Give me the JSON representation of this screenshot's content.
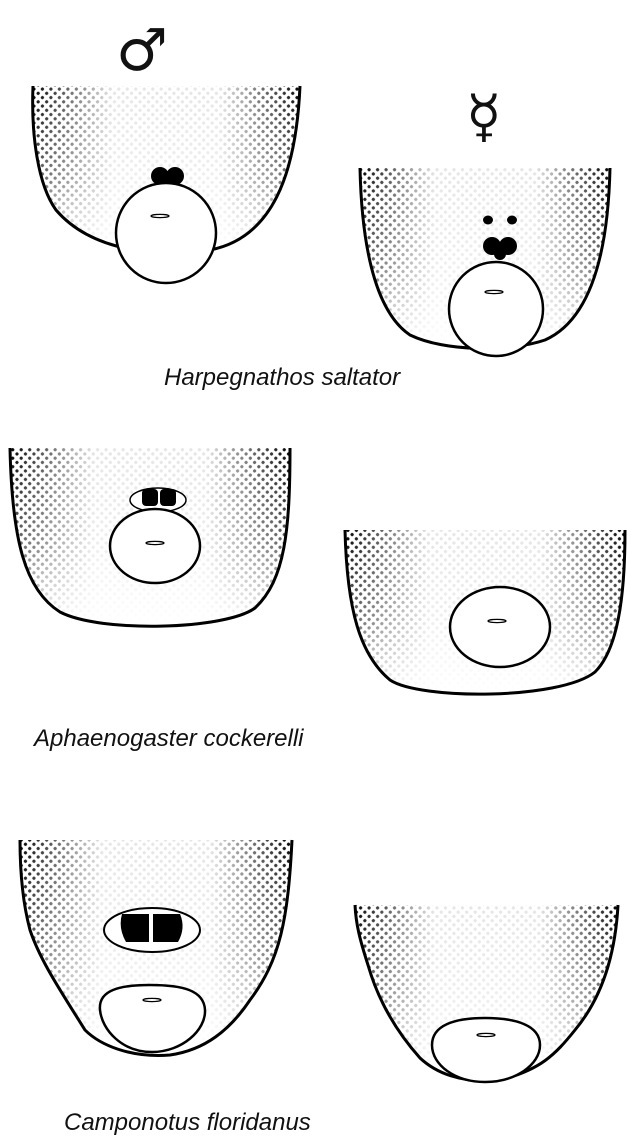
{
  "sex_symbols": {
    "male": "♂",
    "worker": "☿"
  },
  "species": [
    {
      "name": "Harpegnathos saltator"
    },
    {
      "name": "Aphaenogaster cockerelli"
    },
    {
      "name": "Camponotus floridanus"
    }
  ],
  "colors": {
    "outline": "#000000",
    "background": "#ffffff",
    "stipple": "#000000"
  }
}
